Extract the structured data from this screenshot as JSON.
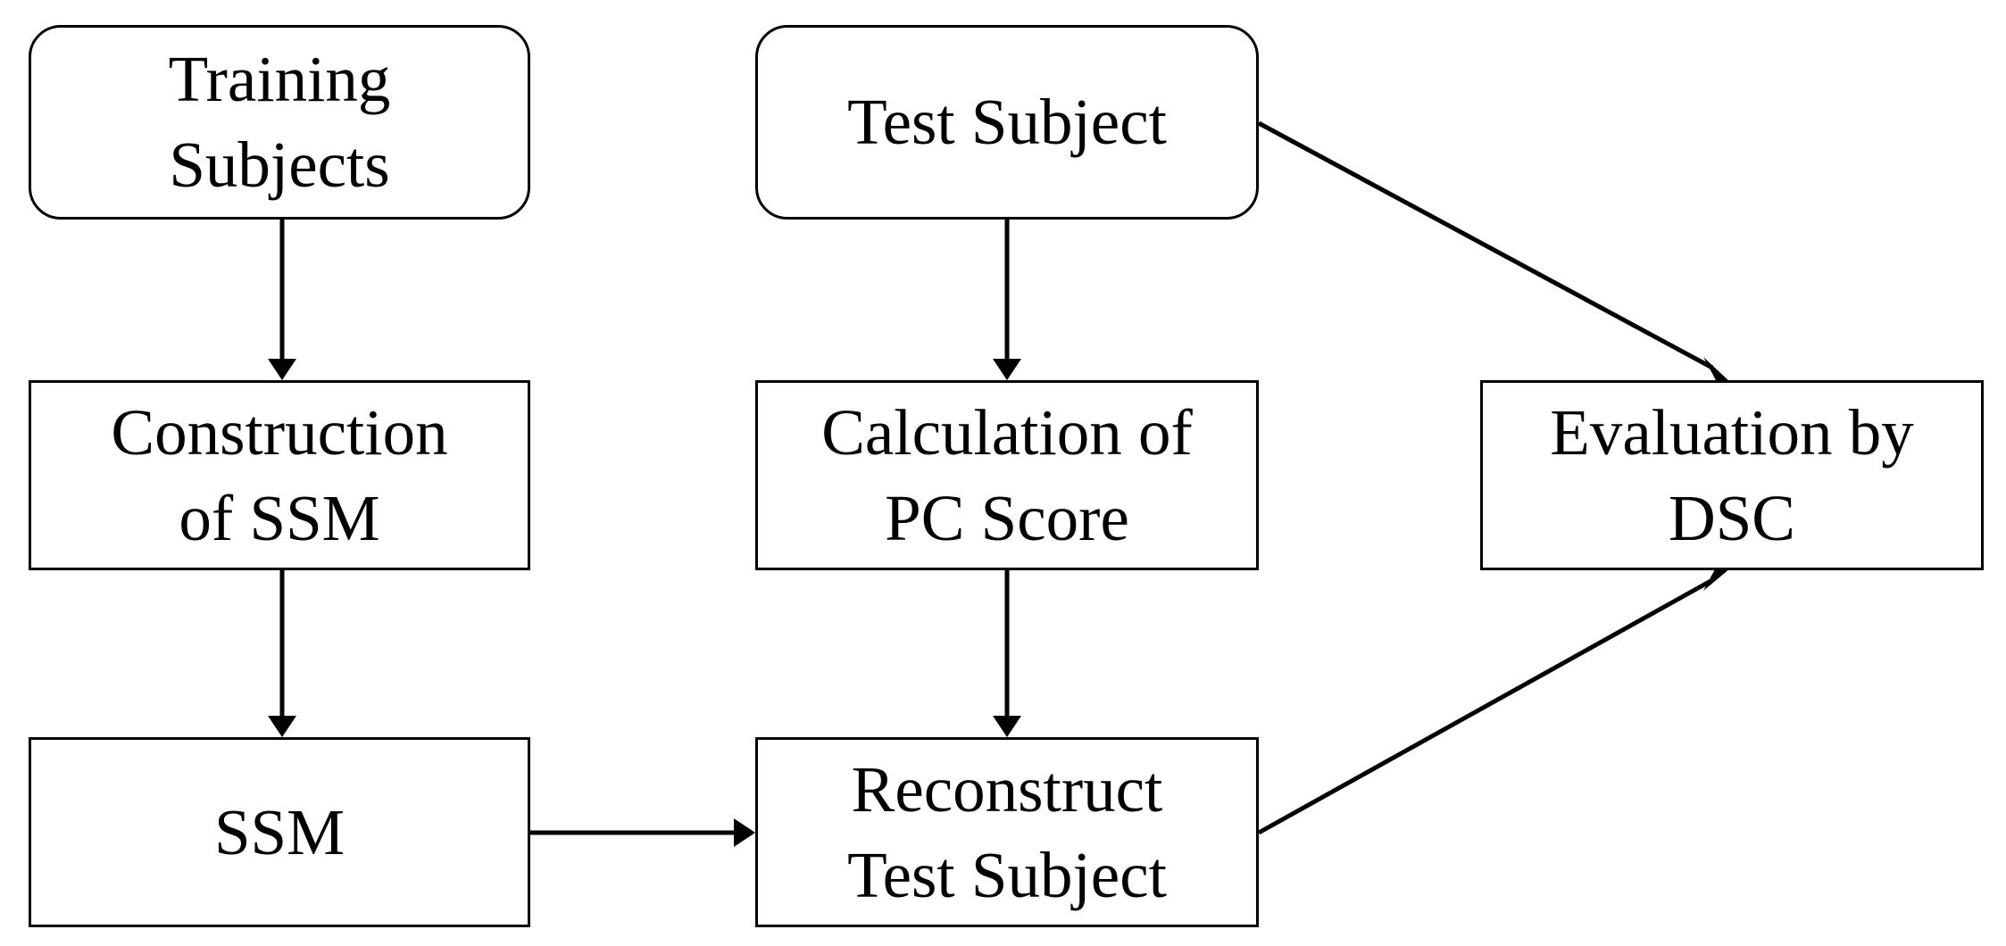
{
  "nodes": {
    "training_subjects": {
      "lines": [
        "Training",
        "Subjects"
      ]
    },
    "test_subject": {
      "lines": [
        "Test Subject"
      ]
    },
    "construction_ssm": {
      "lines": [
        "Construction",
        "of SSM"
      ]
    },
    "calc_pc_score": {
      "lines": [
        "Calculation of",
        "PC Score"
      ]
    },
    "evaluation_dsc": {
      "lines": [
        "Evaluation by",
        "DSC"
      ]
    },
    "ssm": {
      "lines": [
        "SSM"
      ]
    },
    "reconstruct": {
      "lines": [
        "Reconstruct",
        "Test Subject"
      ]
    }
  },
  "edges": [
    {
      "from": "Training Subjects",
      "to": "Construction of SSM"
    },
    {
      "from": "Construction of SSM",
      "to": "SSM"
    },
    {
      "from": "SSM",
      "to": "Reconstruct Test Subject"
    },
    {
      "from": "Test Subject",
      "to": "Calculation of PC Score"
    },
    {
      "from": "Calculation of PC Score",
      "to": "Reconstruct Test Subject"
    },
    {
      "from": "Test Subject",
      "to": "Evaluation by DSC"
    },
    {
      "from": "Reconstruct Test Subject",
      "to": "Evaluation by DSC"
    }
  ]
}
